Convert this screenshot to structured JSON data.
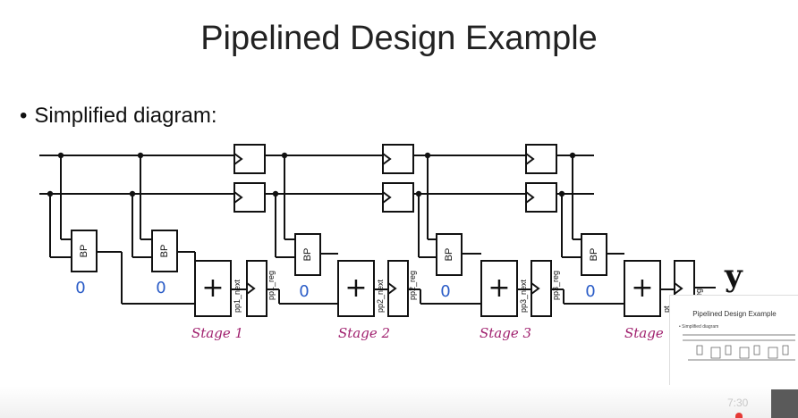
{
  "slide": {
    "title": "Pipelined Design Example",
    "bullet": "Simplified diagram:"
  },
  "diagram": {
    "bp_label": "BP",
    "adder_symbol": "+",
    "output_label": "y",
    "bp_annotation": "0",
    "stages": [
      {
        "label": "Stage 1",
        "next": "pp1_next",
        "reg": "pp1_reg"
      },
      {
        "label": "Stage 2",
        "next": "pp2_next",
        "reg": "pp2_reg"
      },
      {
        "label": "Stage 3",
        "next": "pp3_next",
        "reg": "pp3_reg"
      },
      {
        "label": "Stage",
        "next": "pt",
        "reg": "reg"
      }
    ]
  },
  "thumbnail": {
    "title": "Pipelined Design Example",
    "bullet": "• Simplified diagram"
  },
  "player": {
    "time": "7:30"
  },
  "colors": {
    "ink": "#111111",
    "annotation_blue": "#2a5cc7",
    "annotation_magenta": "#a0206e"
  }
}
